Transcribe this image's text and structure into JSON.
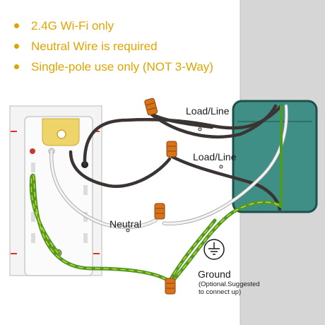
{
  "notes": [
    {
      "text": "2.4G Wi-Fi only"
    },
    {
      "text": "Neutral Wire is required"
    },
    {
      "text": "Single-pole use only (NOT 3-Way)"
    }
  ],
  "labels": {
    "load_line_top": "Load/Line",
    "load_line_mid": "Load/Line",
    "neutral": "Neutral",
    "ground": "Ground",
    "ground_note_1": "(Optional.Suggested",
    "ground_note_2": "to connect up)"
  },
  "colors": {
    "accent": "#e0a400",
    "black_wire": "#3a3432",
    "white_wire": "#f2f2f2",
    "ground_wire": "#4d9a2a",
    "ground_stripe": "#d9d21a",
    "connector": "#d9731a",
    "box": "#3f8f86",
    "wall": "#d6d6d6"
  },
  "icons": [
    "ground-symbol-icon",
    "wire-nut-icon"
  ]
}
